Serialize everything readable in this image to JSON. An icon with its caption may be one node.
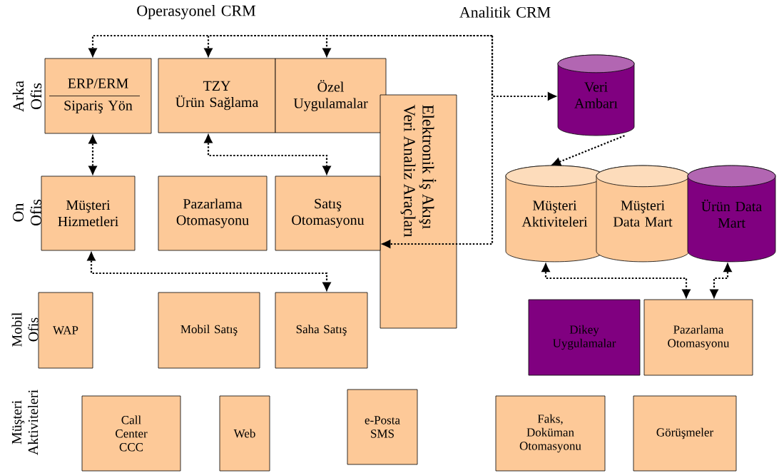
{
  "diagram": {
    "nodes": [
      {
        "text": [
          "ERP/ERM",
          "Sipariş Yön"
        ]
      },
      {
        "text": [
          "TZY",
          "Ürün Sağlama"
        ]
      },
      {
        "text": [
          "Özel Uygulamalar"
        ]
      },
      {
        "text": [
          "Elektronik İş Akışı Veri Analiz Araçları"
        ]
      },
      {
        "text": [
          "Veri Ambarı"
        ]
      },
      {
        "text": [
          "Müşteri Hizmetleri"
        ]
      },
      {
        "text": [
          "Pazarlama Otomasyonu"
        ]
      },
      {
        "text": [
          "Satış Otomasyonu"
        ]
      },
      {
        "text": [
          "Müşteri Aktiviteleri"
        ]
      },
      {
        "text": [
          "Müşteri Data Mart"
        ]
      },
      {
        "text": [
          "Ürün Data Mart"
        ]
      },
      {
        "text": [
          "WAP"
        ]
      },
      {
        "text": [
          "Mobil Satış"
        ]
      },
      {
        "text": [
          "Saha Satış"
        ]
      },
      {
        "text": [
          "Dikey Uygulamalar"
        ]
      },
      {
        "text": [
          "Pazarlama Otomasyonu"
        ]
      },
      {
        "text": [
          "Call Center CCC"
        ]
      },
      {
        "text": [
          "Web"
        ]
      },
      {
        "text": [
          "e-Posta SMS"
        ]
      },
      {
        "text": [
          "Faks, Doküman Otomasyonu"
        ]
      },
      {
        "text": [
          "Görüşmeler"
        ]
      }
    ],
    "edges": [
      {
        "from": null,
        "to": 0,
        "arrow": "to"
      },
      {
        "from": null,
        "to": 1,
        "arrow": "to"
      },
      {
        "from": null,
        "to": 2,
        "arrow": "to"
      },
      {
        "from": null,
        "to": 4,
        "arrow": "to"
      },
      {
        "from": null,
        "to": 7,
        "arrow": "to"
      },
      {
        "from": 0,
        "to": 5,
        "arrow": "both"
      },
      {
        "from": 1,
        "to": 7,
        "arrow": "both"
      },
      {
        "from": 5,
        "to": 13,
        "arrow": "both"
      },
      {
        "from": 4,
        "to": 8,
        "arrow": "to"
      },
      {
        "from": 8,
        "to": 15,
        "arrow": "both"
      },
      {
        "from": 10,
        "to": 15,
        "arrow": "both"
      }
    ],
    "labels": [
      "Operasyonel CRM",
      "Analitik CRM",
      "Arka Ofis",
      "On Ofis",
      "Mobil Ofis",
      "Müşteri Aktiviteleri"
    ]
  }
}
